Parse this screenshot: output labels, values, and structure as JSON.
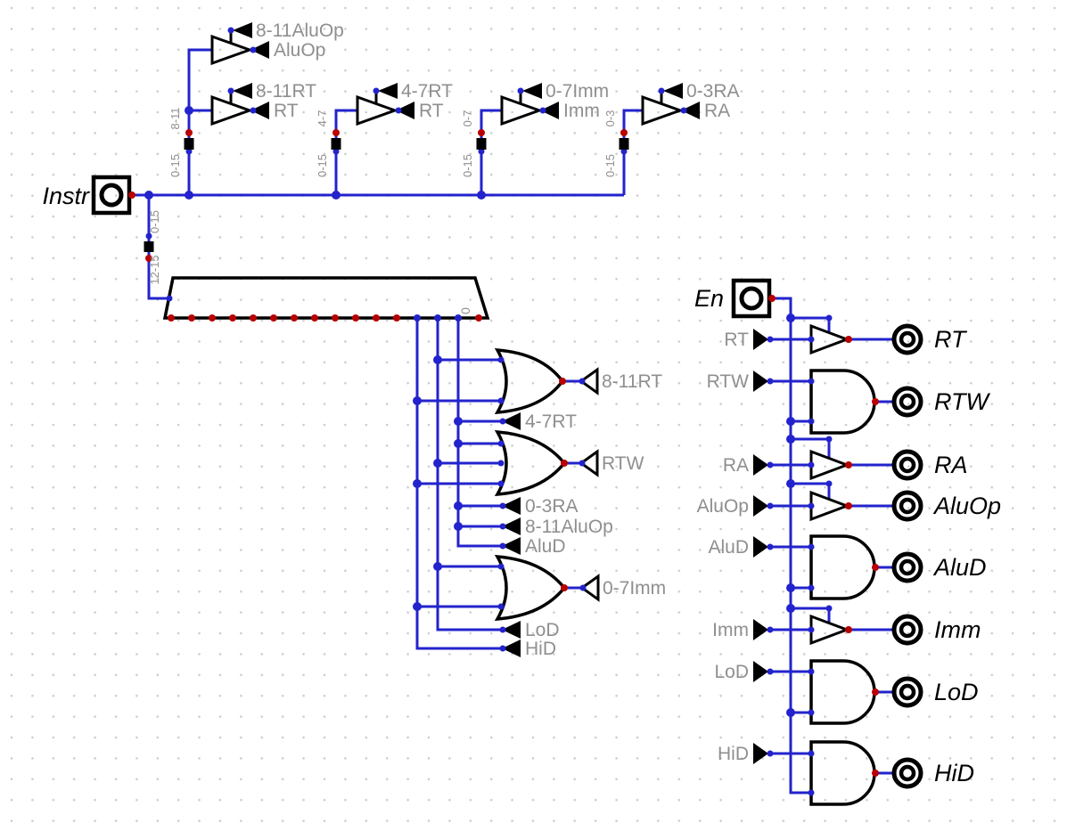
{
  "colors": {
    "wire": "#2323cd",
    "output_dot": "#b80000",
    "input_dot": "#2323cd",
    "component_outline": "#000000",
    "label_gray": "#8f8f8f",
    "grid_dot": "#cccccc",
    "background": "#ffffff"
  },
  "input_pins": {
    "instr": "Instr",
    "en": "En"
  },
  "splitters": {
    "main": {
      "input": "0-15",
      "output": "12-15"
    },
    "branches": [
      {
        "input": "0-15",
        "output": "8-11"
      },
      {
        "input": "0-15",
        "output": "4-7"
      },
      {
        "input": "0-15",
        "output": "0-7"
      },
      {
        "input": "0-15",
        "output": "0-3"
      }
    ]
  },
  "field_taps": [
    {
      "field_tunnel": "8-11AluOp",
      "out_tunnel": "AluOp"
    },
    {
      "field_tunnel": "8-11RT",
      "out_tunnel": "RT"
    },
    {
      "field_tunnel": "4-7RT",
      "out_tunnel": "RT"
    },
    {
      "field_tunnel": "0-7Imm",
      "out_tunnel": "Imm"
    },
    {
      "field_tunnel": "0-3RA",
      "out_tunnel": "RA"
    }
  ],
  "decoder": {
    "label": "0"
  },
  "or_block": {
    "outputs": [
      "8-11RT",
      "RTW",
      "0-7Imm"
    ],
    "tunnels": [
      "4-7RT",
      "0-3RA",
      "8-11AluOp",
      "AluD",
      "LoD",
      "HiD"
    ]
  },
  "enable_block": {
    "rows": [
      {
        "in": "RT",
        "gate": "driver",
        "out": "RT"
      },
      {
        "in": "RTW",
        "gate": "and",
        "out": "RTW"
      },
      {
        "in": "RA",
        "gate": "driver",
        "out": "RA"
      },
      {
        "in": "AluOp",
        "gate": "driver",
        "out": "AluOp"
      },
      {
        "in": "AluD",
        "gate": "and",
        "out": "AluD"
      },
      {
        "in": "Imm",
        "gate": "driver",
        "out": "Imm"
      },
      {
        "in": "LoD",
        "gate": "and",
        "out": "LoD"
      },
      {
        "in": "HiD",
        "gate": "and",
        "out": "HiD"
      }
    ]
  }
}
